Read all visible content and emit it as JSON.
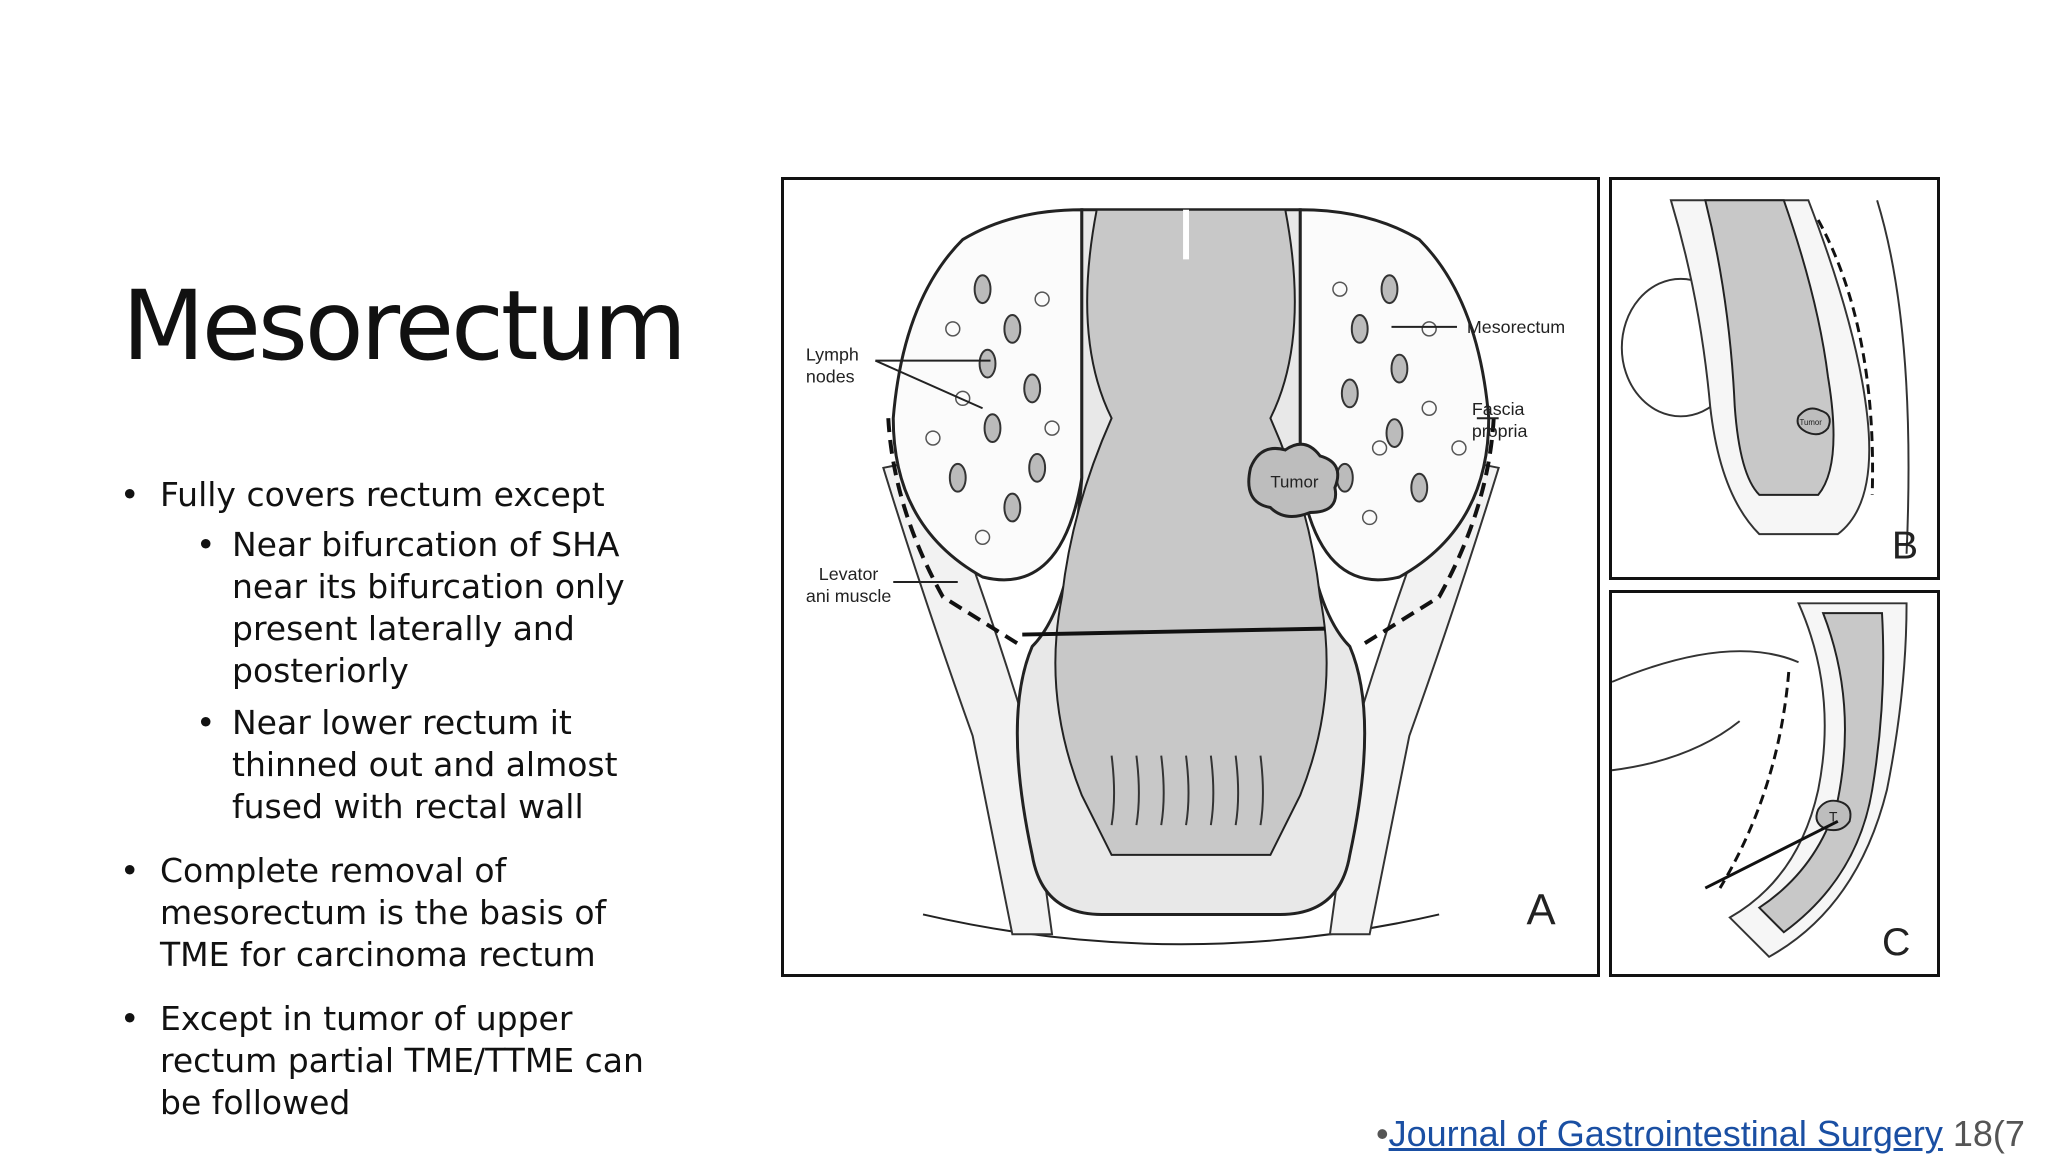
{
  "slide": {
    "title": "Mesorectum",
    "bullets": {
      "b1": "Fully covers rectum except",
      "b1_sub1": "Near bifurcation of SHA near its bifurcation only present laterally and posteriorly",
      "b1_sub2": "Near lower rectum it thinned out and almost fused with rectal wall",
      "b2": "Complete removal of mesorectum is the basis of TME for carcinoma rectum",
      "b3": "Except in tumor of upper rectum partial TME/TTME  can be followed"
    }
  },
  "figure": {
    "panel_a": {
      "letter": "A",
      "labels": {
        "lymph_line1": "Lymph",
        "lymph_line2": "nodes",
        "mesorectum": "Mesorectum",
        "fascia_line1": "Fascia",
        "fascia_line2": "propria",
        "tumor": "Tumor",
        "levator_line1": "Levator",
        "levator_line2": "ani muscle"
      }
    },
    "panel_b": {
      "letter": "B",
      "tumor": "Tumor"
    },
    "panel_c": {
      "letter": "C",
      "tumor": "T"
    }
  },
  "citation": {
    "bullet": "•",
    "link_text": "Journal of Gastrointestinal Surgery",
    "suffix": " 18(7"
  },
  "colors": {
    "link": "#1a4fa3",
    "rectum_fill": "#c8c8c8"
  }
}
